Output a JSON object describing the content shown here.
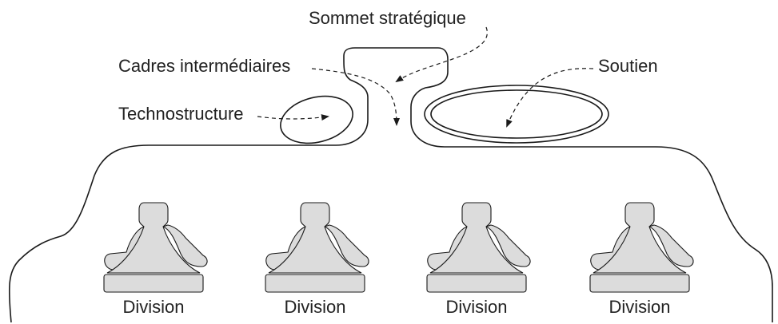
{
  "labels": {
    "sommet": "Sommet stratégique",
    "cadres": "Cadres intermédiaires",
    "technostructure": "Technostructure",
    "soutien": "Soutien"
  },
  "divisions": [
    {
      "label": "Division"
    },
    {
      "label": "Division"
    },
    {
      "label": "Division"
    },
    {
      "label": "Division"
    }
  ],
  "colors": {
    "stroke": "#1a1a1a",
    "division_fill": "#dcdcdc",
    "text": "#222222"
  }
}
